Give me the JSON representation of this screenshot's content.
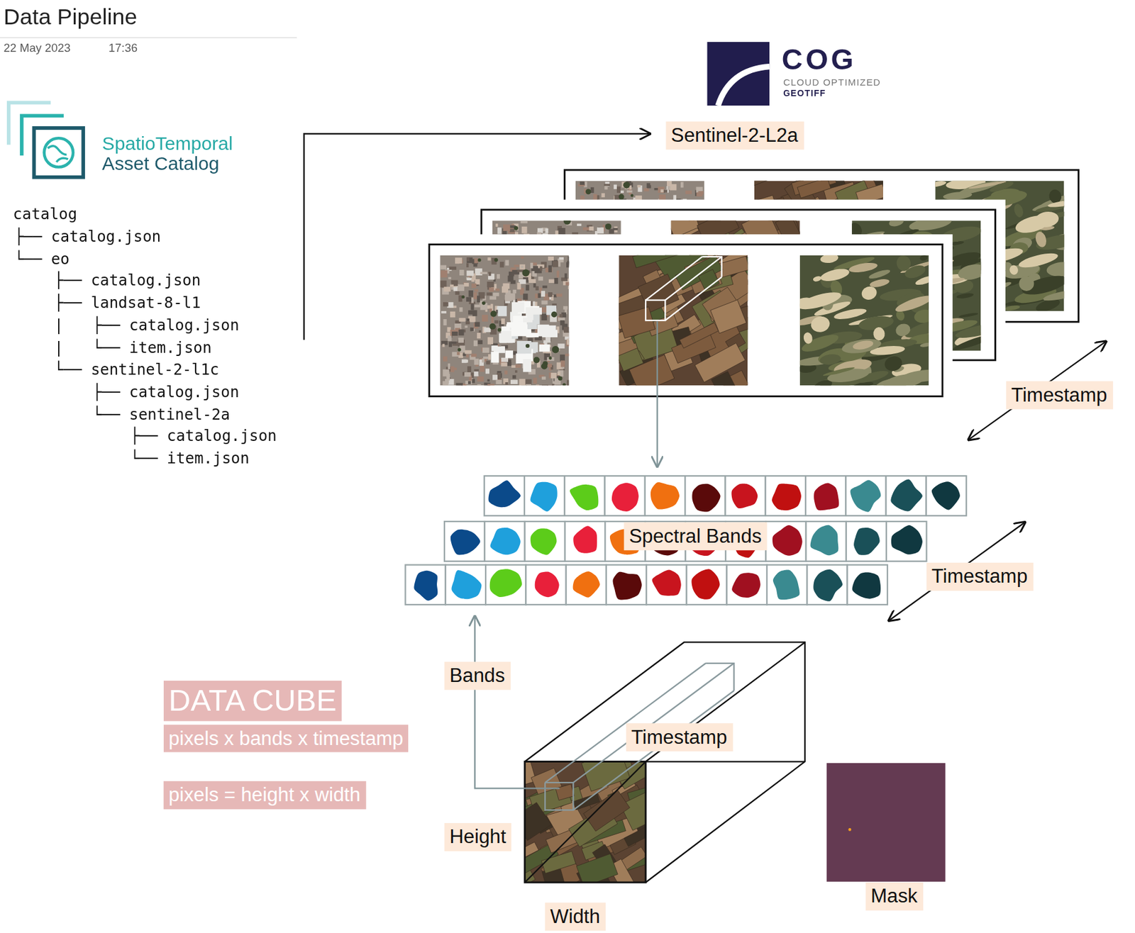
{
  "diagram": {
    "title": "Data Pipeline",
    "nodes": [
      {
        "text": [
          "Sentinel-2-L2a"
        ]
      },
      {
        "text": [
          "Timestamp"
        ]
      },
      {
        "text": [
          "Spectral Bands"
        ]
      },
      {
        "text": [
          "Timestamp"
        ]
      },
      {
        "text": [
          "Bands"
        ]
      },
      {
        "text": [
          "DATA CUBE"
        ]
      },
      {
        "text": [
          "Timestamp"
        ]
      },
      {
        "text": [
          "pixels x bands x timestamp"
        ]
      },
      {
        "text": [
          "pixels = height x width"
        ]
      },
      {
        "text": [
          "Height"
        ]
      },
      {
        "text": [
          "Mask"
        ]
      },
      {
        "text": [
          "Width"
        ]
      }
    ],
    "labels": [
      "22 May 2023",
      "17:36",
      "SpatioTemporal",
      "Asset Catalog",
      "catalog",
      "├── catalog.json",
      "└── eo",
      "├── catalog.json",
      "├── landsat-8-l1",
      "|",
      "├── catalog.json",
      "|",
      "└── item.json",
      "└── sentinel-2-l1c",
      "├── catalog.json",
      "└── sentinel-2a",
      "├── catalog.json",
      "└── item.json",
      "COG",
      "CLOUD OPTIMIZED",
      "GEOTIFF"
    ]
  }
}
